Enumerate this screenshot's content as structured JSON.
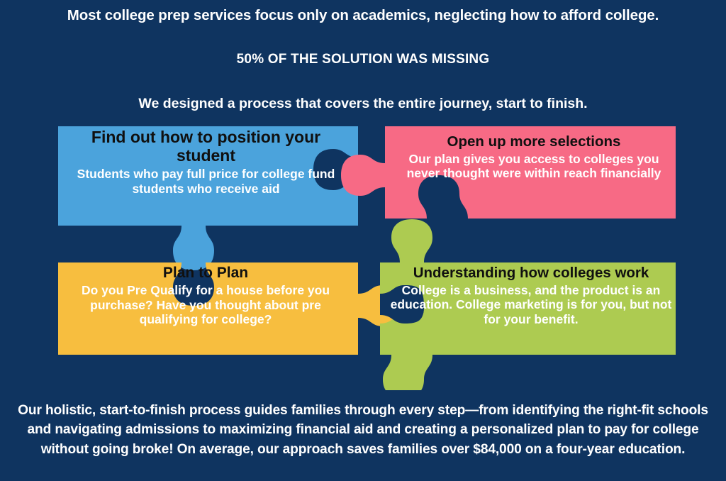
{
  "slide": {
    "background_color": "#0f3460",
    "headline_1": "Most college prep services focus only on academics, neglecting how to afford college.",
    "headline_2": "50% OF THE SOLUTION WAS MISSING",
    "headline_3": "We designed a process that covers the entire journey, start to finish.",
    "footer_paragraph": "Our holistic, start-to-finish process guides families through every step—from identifying the right-fit schools and navigating admissions to maximizing financial aid and creating a personalized plan to pay for college without going broke! On average, our approach saves families over $84,000 on a four-year education."
  },
  "puzzle": {
    "pieces": [
      {
        "id": "blue",
        "title": "Find out how to position your student",
        "body": "Students who pay full price for college fund students who receive aid",
        "color": "#4ba3dc",
        "title_color": "#101010",
        "body_color": "#ffffff"
      },
      {
        "id": "pink",
        "title": "Open up more selections",
        "body": "Our plan gives you access to colleges you never thought were within reach financially",
        "color": "#f76a85",
        "title_color": "#101010",
        "body_color": "#ffffff"
      },
      {
        "id": "yellow",
        "title": "Plan to Plan",
        "body": "Do you Pre Qualify for a house before you purchase? Have you thought about pre qualifying for college?",
        "color": "#f7be3f",
        "title_color": "#101010",
        "body_color": "#ffffff"
      },
      {
        "id": "green",
        "title": "Understanding how colleges work",
        "body": "College is a business, and the product is an education. College marketing is for you, but not for your benefit.",
        "color": "#adcb51",
        "title_color": "#101010",
        "body_color": "#ffffff"
      }
    ]
  }
}
